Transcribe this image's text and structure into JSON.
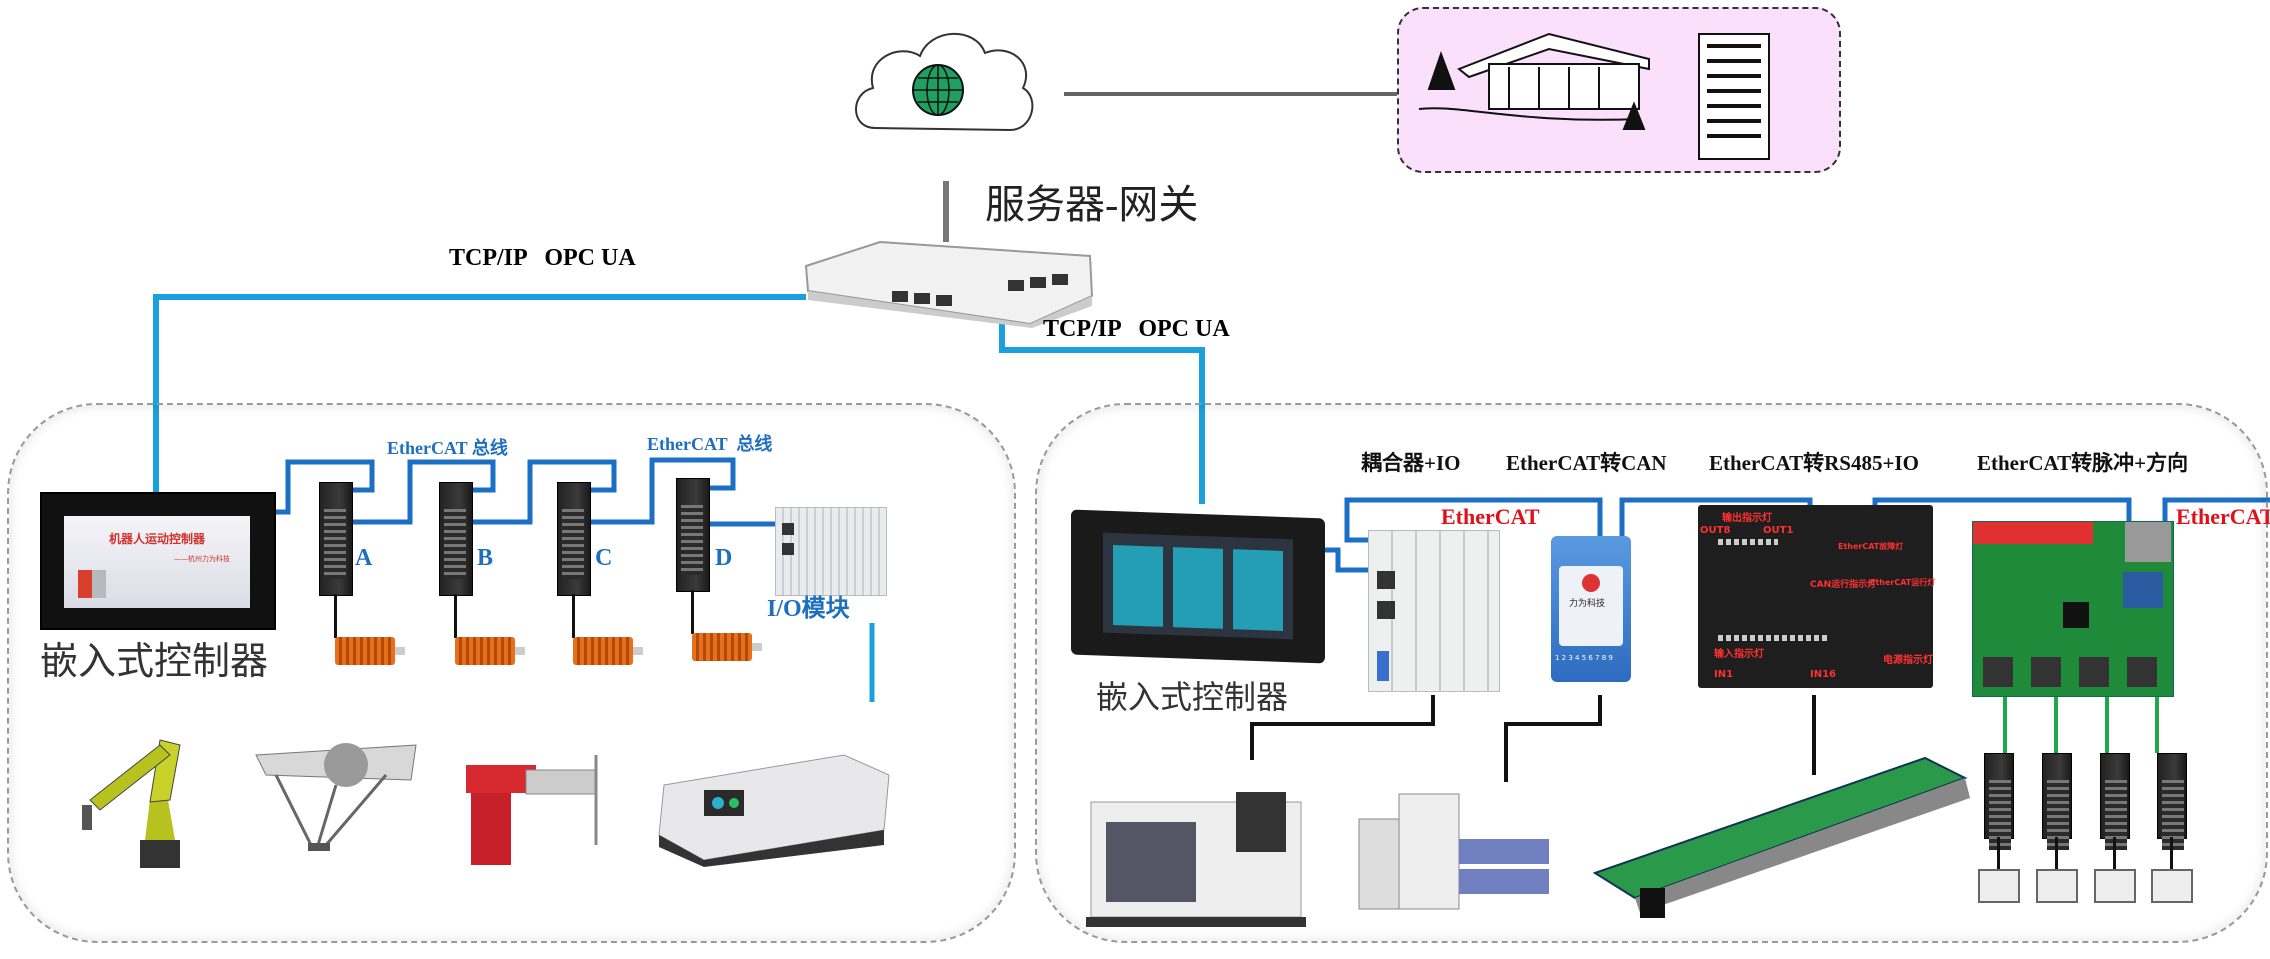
{
  "top": {
    "gateway_label": "服务器-网关",
    "link_label_left": "TCP/IP   OPC UA",
    "link_label_right": "TCP/IP   OPC UA"
  },
  "left_section": {
    "controller_screen_title": "机器人运动控制器",
    "controller_screen_sub": "——杭州力为科技",
    "controller_label": "嵌入式控制器",
    "bus_labels": [
      "EtherCAT 总线",
      "EtherCAT  总线"
    ],
    "drives": [
      "A",
      "B",
      "C",
      "D"
    ],
    "io_label": "I/O模块"
  },
  "right_section": {
    "controller_label": "嵌入式控制器",
    "headings": [
      "耦合器+IO",
      "EtherCAT转CAN",
      "EtherCAT转RS485+IO",
      "EtherCAT转脉冲+方向"
    ],
    "ethercat_labels": [
      "EtherCAT",
      "EtherCAT"
    ],
    "can_module_brand": "力为科技",
    "can_module_digits": "1 2 3 4 5 6 7 8 9",
    "rs485_box": {
      "out_led": "输出指示灯",
      "out8": "OUT8",
      "out1": "OUT1",
      "ecat_fault": "EtherCAT故障灯",
      "can_run": "CAN运行指示灯",
      "ecat_run": "EtherCAT运行灯",
      "in_led": "输入指示灯",
      "in1": "IN1",
      "in16": "IN16",
      "power_led": "电源指示灯"
    }
  },
  "colors": {
    "network_line": "#1aa0dc",
    "bus_line": "#1b6fc4",
    "label_blue": "#1f6fbf",
    "label_red": "#e0101a",
    "remote_site_bg": "#fbe0fb"
  }
}
